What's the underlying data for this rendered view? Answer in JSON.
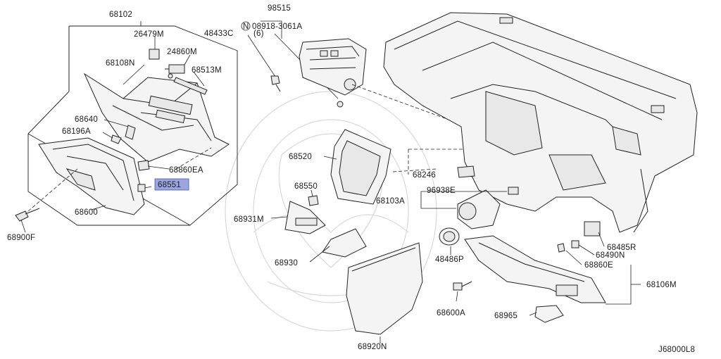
{
  "labels": {
    "l68102": "68102",
    "l98515": "98515",
    "l26479M": "26479M",
    "l48433C": "48433C",
    "l08918": "08918-3061A",
    "l08918_qty": "(6)",
    "l08918_prefix": "N",
    "l24860M": "24860M",
    "l68108N": "68108N",
    "l68513M": "68513M",
    "l68640": "68640",
    "l68196A": "68196A",
    "l68860EA": "68860EA",
    "l68551": "68551",
    "l68600": "68600",
    "l68900F": "68900F",
    "l68520": "68520",
    "l68246": "68246",
    "l68550": "68550",
    "l96938E": "96938E",
    "l68103A": "68103A",
    "l68931M": "68931M",
    "l68485R": "68485R",
    "l68490N": "68490N",
    "l48486P": "48486P",
    "l68930": "68930",
    "l68860E": "68860E",
    "l68106M": "68106M",
    "l68600A": "68600A",
    "l68965": "68965",
    "l68920N": "68920N",
    "diagram_code": "J68000L8"
  },
  "colors": {
    "highlight": "#9aa6e0",
    "line": "#222222"
  },
  "highlighted_part": "68551"
}
